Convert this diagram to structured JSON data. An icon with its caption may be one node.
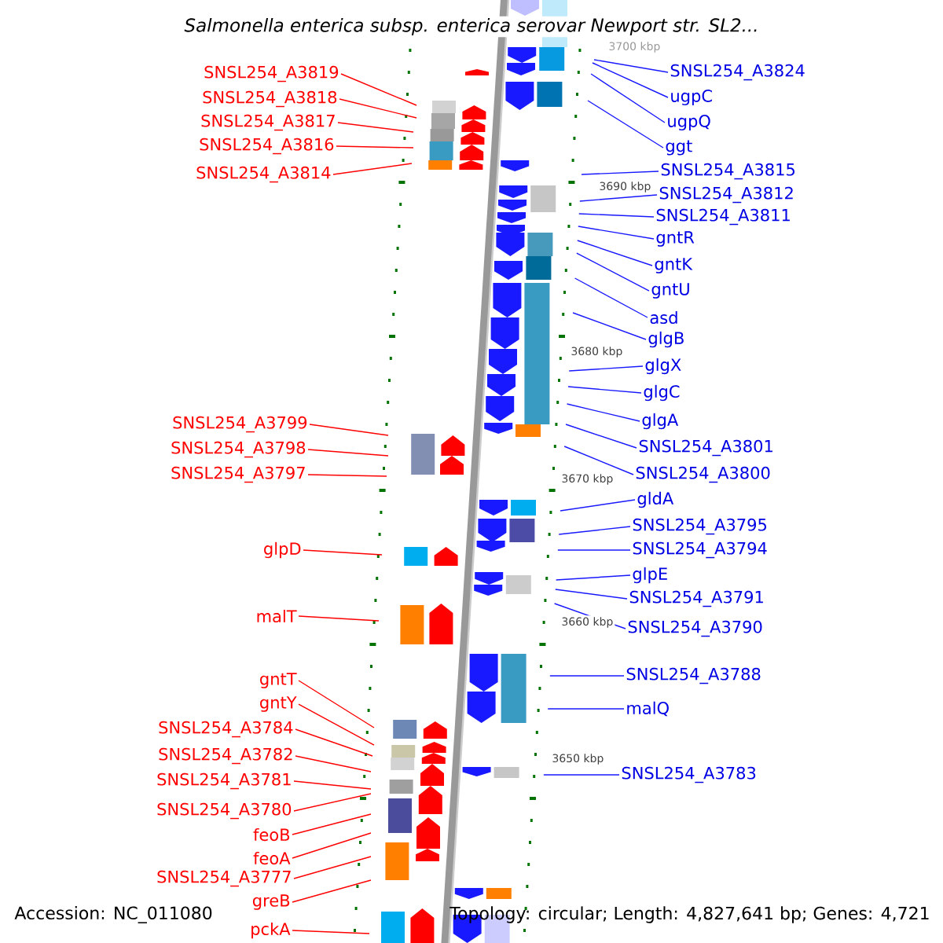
{
  "diagram": {
    "title": "Salmonella enterica subsp. enterica serovar Newport str. SL2...",
    "nodes": [
      {
        "text": [
          "SNSL254_A3819"
        ]
      },
      {
        "text": [
          "SNSL254_A3818"
        ]
      },
      {
        "text": [
          "SNSL254_A3817"
        ]
      },
      {
        "text": [
          "SNSL254_A3816"
        ]
      },
      {
        "text": [
          "SNSL254_A3814"
        ]
      },
      {
        "text": [
          "SNSL254_A3799"
        ]
      },
      {
        "text": [
          "SNSL254_A3798"
        ]
      },
      {
        "text": [
          "SNSL254_A3797"
        ]
      },
      {
        "text": [
          "glpD"
        ]
      },
      {
        "text": [
          "malT"
        ]
      },
      {
        "text": [
          "gntT"
        ]
      },
      {
        "text": [
          "gntY"
        ]
      },
      {
        "text": [
          "SNSL254_A3784"
        ]
      },
      {
        "text": [
          "SNSL254_A3782"
        ]
      },
      {
        "text": [
          "SNSL254_A3781"
        ]
      },
      {
        "text": [
          "SNSL254_A3780"
        ]
      },
      {
        "text": [
          "feoB"
        ]
      },
      {
        "text": [
          "feoA"
        ]
      },
      {
        "text": [
          "SNSL254_A3777"
        ]
      },
      {
        "text": [
          "greB"
        ]
      },
      {
        "text": [
          "pckA"
        ]
      },
      {
        "text": [
          "SNSL254_A3824"
        ]
      },
      {
        "text": [
          "ugpC"
        ]
      },
      {
        "text": [
          "ugpQ"
        ]
      },
      {
        "text": [
          "ggt"
        ]
      },
      {
        "text": [
          "SNSL254_A3815"
        ]
      },
      {
        "text": [
          "SNSL254_A3812"
        ]
      },
      {
        "text": [
          "SNSL254_A3811"
        ]
      },
      {
        "text": [
          "gntR"
        ]
      },
      {
        "text": [
          "gntK"
        ]
      },
      {
        "text": [
          "gntU"
        ]
      },
      {
        "text": [
          "asd"
        ]
      },
      {
        "text": [
          "glgB"
        ]
      },
      {
        "text": [
          "glgX"
        ]
      },
      {
        "text": [
          "glgC"
        ]
      },
      {
        "text": [
          "glgA"
        ]
      },
      {
        "text": [
          "SNSL254_A3801"
        ]
      },
      {
        "text": [
          "SNSL254_A3800"
        ]
      },
      {
        "text": [
          "gldA"
        ]
      },
      {
        "text": [
          "SNSL254_A3795"
        ]
      },
      {
        "text": [
          "SNSL254_A3794"
        ]
      },
      {
        "text": [
          "glpE"
        ]
      },
      {
        "text": [
          "SNSL254_A3791"
        ]
      },
      {
        "text": [
          "SNSL254_A3790"
        ]
      },
      {
        "text": [
          "SNSL254_A3788"
        ]
      },
      {
        "text": [
          "malQ"
        ]
      },
      {
        "text": [
          "SNSL254_A3783"
        ]
      }
    ],
    "edges": [
      {
        "from": 0,
        "to": null,
        "arrow": "none",
        "color": "#ff0000"
      },
      {
        "from": 1,
        "to": null,
        "arrow": "none",
        "color": "#ff0000"
      },
      {
        "from": 2,
        "to": null,
        "arrow": "none",
        "color": "#ff0000"
      },
      {
        "from": 3,
        "to": null,
        "arrow": "none",
        "color": "#ff0000"
      },
      {
        "from": 4,
        "to": null,
        "arrow": "none",
        "color": "#ff0000"
      },
      {
        "from": 5,
        "to": null,
        "arrow": "none",
        "color": "#ff0000"
      },
      {
        "from": 6,
        "to": null,
        "arrow": "none",
        "color": "#ff0000"
      },
      {
        "from": 7,
        "to": null,
        "arrow": "none",
        "color": "#ff0000"
      },
      {
        "from": 8,
        "to": null,
        "arrow": "none",
        "color": "#ff0000"
      },
      {
        "from": 9,
        "to": null,
        "arrow": "none",
        "color": "#ff0000"
      },
      {
        "from": 10,
        "to": null,
        "arrow": "none",
        "color": "#ff0000"
      },
      {
        "from": 11,
        "to": null,
        "arrow": "none",
        "color": "#ff0000"
      },
      {
        "from": 12,
        "to": null,
        "arrow": "none",
        "color": "#ff0000"
      },
      {
        "from": 13,
        "to": null,
        "arrow": "none",
        "color": "#ff0000"
      },
      {
        "from": 14,
        "to": null,
        "arrow": "none",
        "color": "#ff0000"
      },
      {
        "from": 15,
        "to": null,
        "arrow": "none",
        "color": "#ff0000"
      },
      {
        "from": 16,
        "to": null,
        "arrow": "none",
        "color": "#ff0000"
      },
      {
        "from": 17,
        "to": null,
        "arrow": "none",
        "color": "#ff0000"
      },
      {
        "from": 18,
        "to": null,
        "arrow": "none",
        "color": "#ff0000"
      },
      {
        "from": 19,
        "to": null,
        "arrow": "none",
        "color": "#ff0000"
      },
      {
        "from": 20,
        "to": null,
        "arrow": "none",
        "color": "#ff0000"
      },
      {
        "from": null,
        "to": 21,
        "arrow": "none"
      },
      {
        "from": null,
        "to": 22,
        "arrow": "none"
      },
      {
        "from": null,
        "to": 23,
        "arrow": "none"
      },
      {
        "from": null,
        "to": 24,
        "arrow": "none"
      },
      {
        "from": null,
        "to": 25,
        "arrow": "none"
      },
      {
        "from": null,
        "to": 26,
        "arrow": "none"
      },
      {
        "from": null,
        "to": 27,
        "arrow": "none"
      },
      {
        "from": null,
        "to": 28,
        "arrow": "none"
      },
      {
        "from": null,
        "to": 29,
        "arrow": "none"
      },
      {
        "from": null,
        "to": 30,
        "arrow": "none"
      },
      {
        "from": null,
        "to": 31,
        "arrow": "none"
      },
      {
        "from": null,
        "to": 32,
        "arrow": "none"
      },
      {
        "from": null,
        "to": 33,
        "arrow": "none"
      },
      {
        "from": null,
        "to": 34,
        "arrow": "none"
      },
      {
        "from": null,
        "to": 35,
        "arrow": "none"
      },
      {
        "from": null,
        "to": 36,
        "arrow": "none"
      },
      {
        "from": null,
        "to": 37,
        "arrow": "none"
      },
      {
        "from": null,
        "to": 38,
        "arrow": "none"
      },
      {
        "from": null,
        "to": 39,
        "arrow": "none"
      },
      {
        "from": null,
        "to": 40,
        "arrow": "none"
      },
      {
        "from": null,
        "to": 41,
        "arrow": "none"
      },
      {
        "from": null,
        "to": 42,
        "arrow": "none"
      },
      {
        "from": null,
        "to": 43,
        "arrow": "none"
      },
      {
        "from": null,
        "to": 44,
        "arrow": "none"
      },
      {
        "from": null,
        "to": 45,
        "arrow": "none"
      },
      {
        "from": null,
        "to": 46,
        "arrow": "none"
      }
    ],
    "labels": [
      "3700 kbp",
      "3690 kbp",
      "3680 kbp",
      "3670 kbp",
      "3660 kbp",
      "3650 kbp",
      "Accession: NC_011080",
      "Topology: circular; Length: 4,827,641 bp; Genes: 4,721"
    ]
  }
}
